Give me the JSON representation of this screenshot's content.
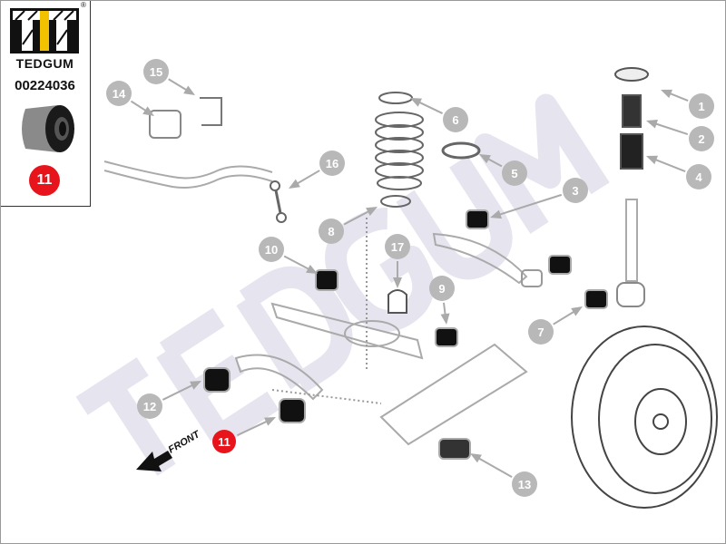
{
  "brand": {
    "name": "TEDGUM",
    "registered": "®",
    "part_number": "00224036",
    "highlight_label": "11",
    "logo_colors": {
      "primary": "#111111",
      "accent": "#f2c200"
    }
  },
  "diagram": {
    "watermark": "TEDGUM",
    "front_label": "FRONT",
    "callouts": [
      "1",
      "2",
      "4",
      "6",
      "5",
      "3",
      "16",
      "15",
      "14",
      "8",
      "17",
      "10",
      "9",
      "7",
      "12",
      "11",
      "13"
    ],
    "highlighted_callout": "11",
    "colors": {
      "callout": "#b8b8b8",
      "highlight": "#e8141b",
      "watermark": "#e6e4ef",
      "line": "#444444"
    }
  }
}
